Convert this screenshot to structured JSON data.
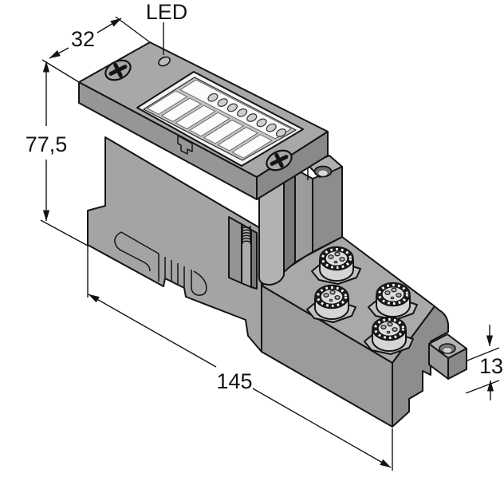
{
  "drawing": {
    "kind": "isometric technical dimension drawing",
    "subject": "fieldbus I/O module with LED label window, two fastening screws, DIN-rail base and four round M8 connectors with mounting flange",
    "label_strip_count": 7,
    "led_hole_count": 8,
    "connector_count": 4,
    "pins_per_connector": 3,
    "screw_count": 2
  },
  "annotations": {
    "led_label": "LED",
    "dim_top_depth": "32",
    "dim_left_height": "77,5",
    "dim_bottom_length": "145",
    "dim_right_flange": "13"
  },
  "colors": {
    "background": "#ffffff",
    "line": "#141414",
    "cap_top": "#a8a8a8",
    "cap_front": "#969696",
    "cap_end": "#898989",
    "body": "#a4a4a4",
    "block_top": "#a9a9a9",
    "block_front": "#9b9b9b",
    "block_end": "#8d8d8d",
    "window_frame": "#f4f4f4",
    "window_inner": "#c2c2c2",
    "label_strip": "#fbfbfb",
    "connector_face": "#dcdcdc",
    "knurl_ring": "#1c1c1c"
  }
}
